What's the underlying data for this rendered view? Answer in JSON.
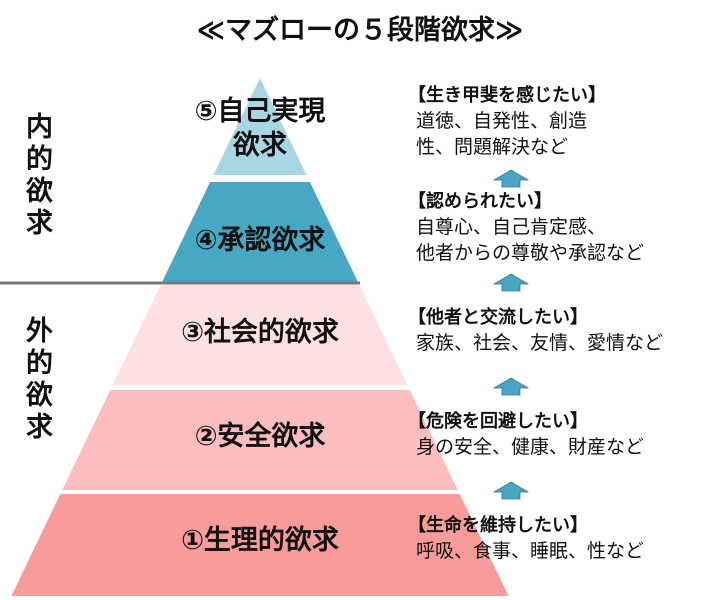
{
  "title": "≪マズローの５段階欲求≫",
  "colors": {
    "level5": "#a9d6e4",
    "level4": "#48a8c3",
    "level3": "#fde1e1",
    "level2": "#fbbdbd",
    "level1": "#f89b9b",
    "arrow": "#4aa3bf",
    "divider": "#777777"
  },
  "side_labels": {
    "inner": "内的欲求",
    "outer": "外的欲求"
  },
  "levels": [
    {
      "label_line1": "⑤自己実現",
      "label_line2": "欲求",
      "heading": "【生き甲斐を感じたい】",
      "line1": "道徳、自発性、創造",
      "line2": "性、問題解決など"
    },
    {
      "label_line1": "④承認欲求",
      "heading": "【認められたい】",
      "line1": "自尊心、自己肯定感、",
      "line2": "他者からの尊敬や承認など"
    },
    {
      "label_line1": "③社会的欲求",
      "heading": "【他者と交流したい】",
      "line1": "家族、社会、友情、愛情など"
    },
    {
      "label_line1": "②安全欲求",
      "heading": "【危険を回避したい】",
      "line1": "身の安全、健康、財産など"
    },
    {
      "label_line1": "①生理的欲求",
      "heading": "【生命を維持したい】",
      "line1": "呼吸、食事、睡眠、性など"
    }
  ]
}
